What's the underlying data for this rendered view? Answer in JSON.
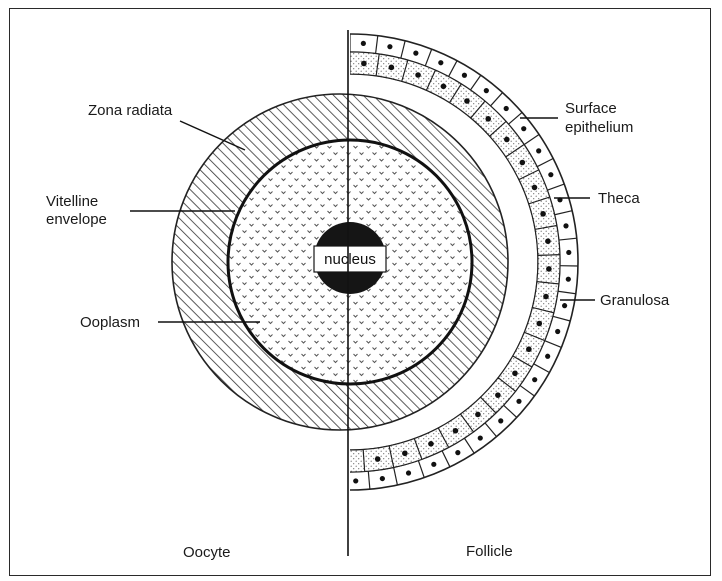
{
  "diagram": {
    "labels": {
      "zona_radiata": "Zona radiata",
      "vitelline_1": "Vitelline",
      "vitelline_2": "envelope",
      "ooplasm": "Ooplasm",
      "surface_1": "Surface",
      "surface_2": "epithelium",
      "theca": "Theca",
      "granulosa": "Granulosa",
      "nucleus": "nucleus",
      "oocyte": "Oocyte",
      "follicle": "Follicle"
    }
  }
}
